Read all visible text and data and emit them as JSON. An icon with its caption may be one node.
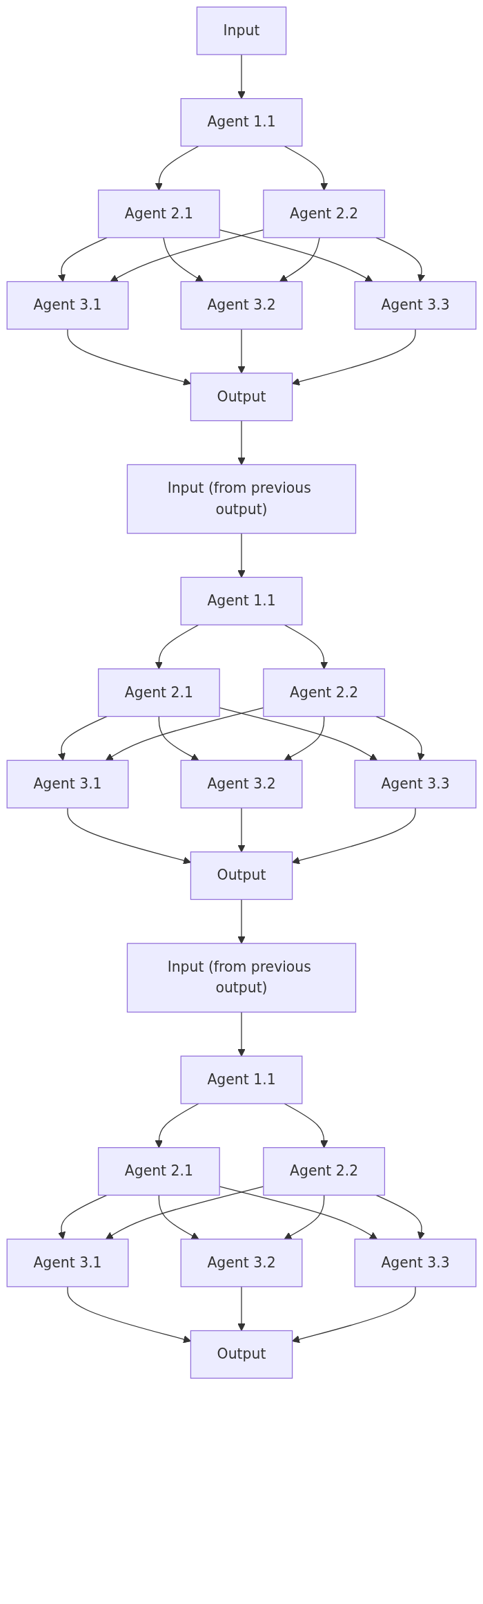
{
  "diagram": {
    "nodes": [
      {
        "text": [
          "Input"
        ]
      },
      {
        "text": [
          "Agent 1.1"
        ]
      },
      {
        "text": [
          "Agent 2.1"
        ]
      },
      {
        "text": [
          "Agent 2.2"
        ]
      },
      {
        "text": [
          "Agent 3.1"
        ]
      },
      {
        "text": [
          "Agent 3.2"
        ]
      },
      {
        "text": [
          "Agent 3.3"
        ]
      },
      {
        "text": [
          "Output"
        ]
      },
      {
        "text": [
          "Input (from previous output)"
        ]
      },
      {
        "text": [
          "Agent 1.1"
        ]
      },
      {
        "text": [
          "Agent 2.1"
        ]
      },
      {
        "text": [
          "Agent 2.2"
        ]
      },
      {
        "text": [
          "Agent 3.1"
        ]
      },
      {
        "text": [
          "Agent 3.2"
        ]
      },
      {
        "text": [
          "Agent 3.3"
        ]
      },
      {
        "text": [
          "Output"
        ]
      },
      {
        "text": [
          "Input (from previous output)"
        ]
      },
      {
        "text": [
          "Agent 1.1"
        ]
      },
      {
        "text": [
          "Agent 2.1"
        ]
      },
      {
        "text": [
          "Agent 2.2"
        ]
      },
      {
        "text": [
          "Agent 3.1"
        ]
      },
      {
        "text": [
          "Agent 3.2"
        ]
      },
      {
        "text": [
          "Agent 3.3"
        ]
      },
      {
        "text": [
          "Output"
        ]
      }
    ],
    "edges": [
      {
        "from": 0,
        "to": 1,
        "arrow": "to"
      },
      {
        "from": 1,
        "to": 2,
        "arrow": "to"
      },
      {
        "from": 1,
        "to": 3,
        "arrow": "to"
      },
      {
        "from": 2,
        "to": 4,
        "arrow": "to"
      },
      {
        "from": 2,
        "to": 5,
        "arrow": "to"
      },
      {
        "from": 2,
        "to": 6,
        "arrow": "to"
      },
      {
        "from": 3,
        "to": 4,
        "arrow": "to"
      },
      {
        "from": 3,
        "to": 5,
        "arrow": "to"
      },
      {
        "from": 3,
        "to": 6,
        "arrow": "to"
      },
      {
        "from": 4,
        "to": 7,
        "arrow": "to"
      },
      {
        "from": 5,
        "to": 7,
        "arrow": "to"
      },
      {
        "from": 6,
        "to": 7,
        "arrow": "to"
      },
      {
        "from": 7,
        "to": 8,
        "arrow": "to"
      },
      {
        "from": 8,
        "to": 9,
        "arrow": "to"
      },
      {
        "from": 9,
        "to": 10,
        "arrow": "to"
      },
      {
        "from": 9,
        "to": 11,
        "arrow": "to"
      },
      {
        "from": 10,
        "to": 12,
        "arrow": "to"
      },
      {
        "from": 10,
        "to": 13,
        "arrow": "to"
      },
      {
        "from": 10,
        "to": 14,
        "arrow": "to"
      },
      {
        "from": 11,
        "to": 12,
        "arrow": "to"
      },
      {
        "from": 11,
        "to": 13,
        "arrow": "to"
      },
      {
        "from": 11,
        "to": 14,
        "arrow": "to"
      },
      {
        "from": 12,
        "to": 15,
        "arrow": "to"
      },
      {
        "from": 13,
        "to": 15,
        "arrow": "to"
      },
      {
        "from": 14,
        "to": 15,
        "arrow": "to"
      },
      {
        "from": 15,
        "to": 16,
        "arrow": "to"
      },
      {
        "from": 16,
        "to": 17,
        "arrow": "to"
      },
      {
        "from": 17,
        "to": 18,
        "arrow": "to"
      },
      {
        "from": 17,
        "to": 19,
        "arrow": "to"
      },
      {
        "from": 18,
        "to": 20,
        "arrow": "to"
      },
      {
        "from": 18,
        "to": 21,
        "arrow": "to"
      },
      {
        "from": 18,
        "to": 22,
        "arrow": "to"
      },
      {
        "from": 19,
        "to": 20,
        "arrow": "to"
      },
      {
        "from": 19,
        "to": 21,
        "arrow": "to"
      },
      {
        "from": 19,
        "to": 22,
        "arrow": "to"
      },
      {
        "from": 20,
        "to": 23,
        "arrow": "to"
      },
      {
        "from": 21,
        "to": 23,
        "arrow": "to"
      },
      {
        "from": 22,
        "to": 23,
        "arrow": "to"
      }
    ]
  }
}
